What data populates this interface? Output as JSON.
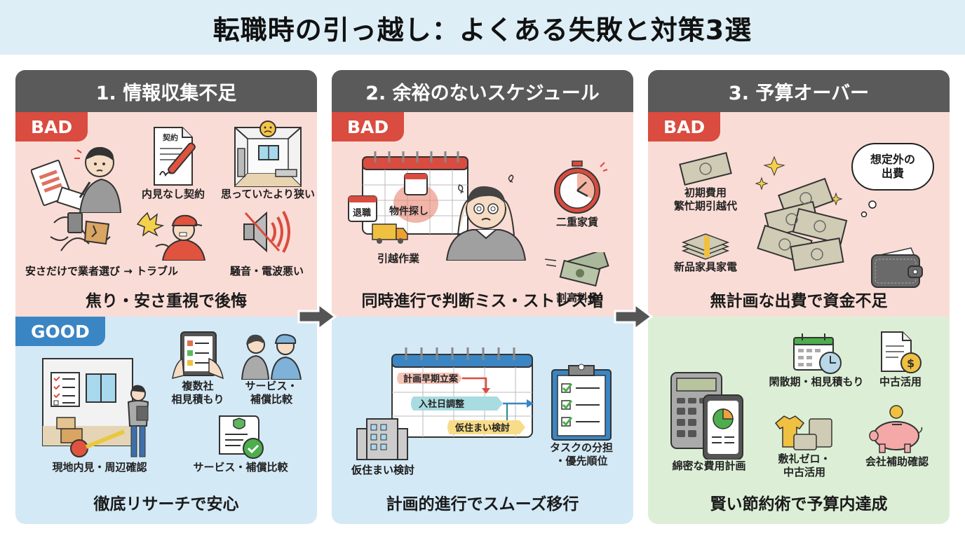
{
  "title": "転職時の引っ越し：よくある失敗と対策3選",
  "colors": {
    "title_bg": "#ddeef7",
    "panel_header": "#5a5a5a",
    "bad_bg": "#fadcd6",
    "bad_tag": "#d94c3f",
    "good_tag": "#3a86c4",
    "good_blue_bg": "#d4e9f6",
    "good_green_bg": "#dcefd6",
    "arrow": "#555555"
  },
  "panels": [
    {
      "header": "1. 情報収集不足",
      "bad": {
        "tag": "BAD",
        "items": [
          {
            "icon": "person-signing-contract-icon",
            "label": ""
          },
          {
            "icon": "contract-pen-icon",
            "label": "内見なし契約"
          },
          {
            "icon": "small-room-sad-icon",
            "label": "思っていたより狭い"
          },
          {
            "icon": "broken-items-icon",
            "label": "安さだけで業者選び → トラブル"
          },
          {
            "icon": "angry-mover-icon",
            "label": ""
          },
          {
            "icon": "noise-speaker-icon",
            "label": "騒音・電波悪い"
          }
        ],
        "summary": "焦り・安さ重視で後悔"
      },
      "good": {
        "tag": "GOOD",
        "items": [
          {
            "icon": "room-inspection-icon",
            "label": "現地内見・周辺確認"
          },
          {
            "icon": "tablet-compare-icon",
            "label": "複数社\n相見積もり"
          },
          {
            "icon": "consultation-icon",
            "label": "サービス・\n補償比較"
          },
          {
            "icon": "certificate-check-icon",
            "label": "サービス・補償比較"
          }
        ],
        "summary": "徹底リサーチで安心"
      }
    },
    {
      "header": "2. 余裕のないスケジュール",
      "bad": {
        "tag": "BAD",
        "items": [
          {
            "icon": "calendar-overload-icon",
            "label": ""
          },
          {
            "icon": "calendar-small-icon",
            "label": "退職"
          },
          {
            "icon": "calendar-small-icon",
            "label": "物件探し"
          },
          {
            "icon": "truck-icon",
            "label": "引越作業"
          },
          {
            "icon": "stressed-person-icon",
            "label": ""
          },
          {
            "icon": "stopwatch-icon",
            "label": "二重家賃"
          },
          {
            "icon": "flying-money-icon",
            "label": "割高料金"
          }
        ],
        "summary": "同時進行で判断ミス・ストレス増"
      },
      "good": {
        "tag": "",
        "items": [
          {
            "icon": "gantt-calendar-icon",
            "label": ""
          },
          {
            "icon": "gantt-bar",
            "label": "計画早期立案"
          },
          {
            "icon": "gantt-bar",
            "label": "入社日調整"
          },
          {
            "icon": "gantt-bar",
            "label": "仮住まい検討"
          },
          {
            "icon": "building-icon",
            "label": "仮住まい検討"
          },
          {
            "icon": "clipboard-checklist-icon",
            "label": "タスクの分担\n・優先順位"
          }
        ],
        "summary": "計画的進行でスムーズ移行"
      }
    },
    {
      "header": "3. 予算オーバー",
      "bad": {
        "tag": "BAD",
        "items": [
          {
            "icon": "banknote-icon",
            "label": "初期費用\n繁忙期引越代"
          },
          {
            "icon": "money-stack-icon",
            "label": "新品家具家電"
          },
          {
            "icon": "scattered-money-icon",
            "label": ""
          },
          {
            "icon": "thought-bubble",
            "label": "想定外の\n出費"
          },
          {
            "icon": "wallet-icon",
            "label": ""
          }
        ],
        "summary": "無計画な出費で資金不足"
      },
      "good": {
        "tag": "",
        "items": [
          {
            "icon": "calculator-phone-icon",
            "label": "綿密な費用計画"
          },
          {
            "icon": "calendar-clock-icon",
            "label": "閑散期・相見積もり"
          },
          {
            "icon": "document-dollar-icon",
            "label": "中古活用"
          },
          {
            "icon": "clothes-boxes-icon",
            "label": "敷礼ゼロ・\n中古活用"
          },
          {
            "icon": "piggy-bank-icon",
            "label": "会社補助確認"
          }
        ],
        "summary": "賢い節約術で予算内達成"
      }
    }
  ]
}
